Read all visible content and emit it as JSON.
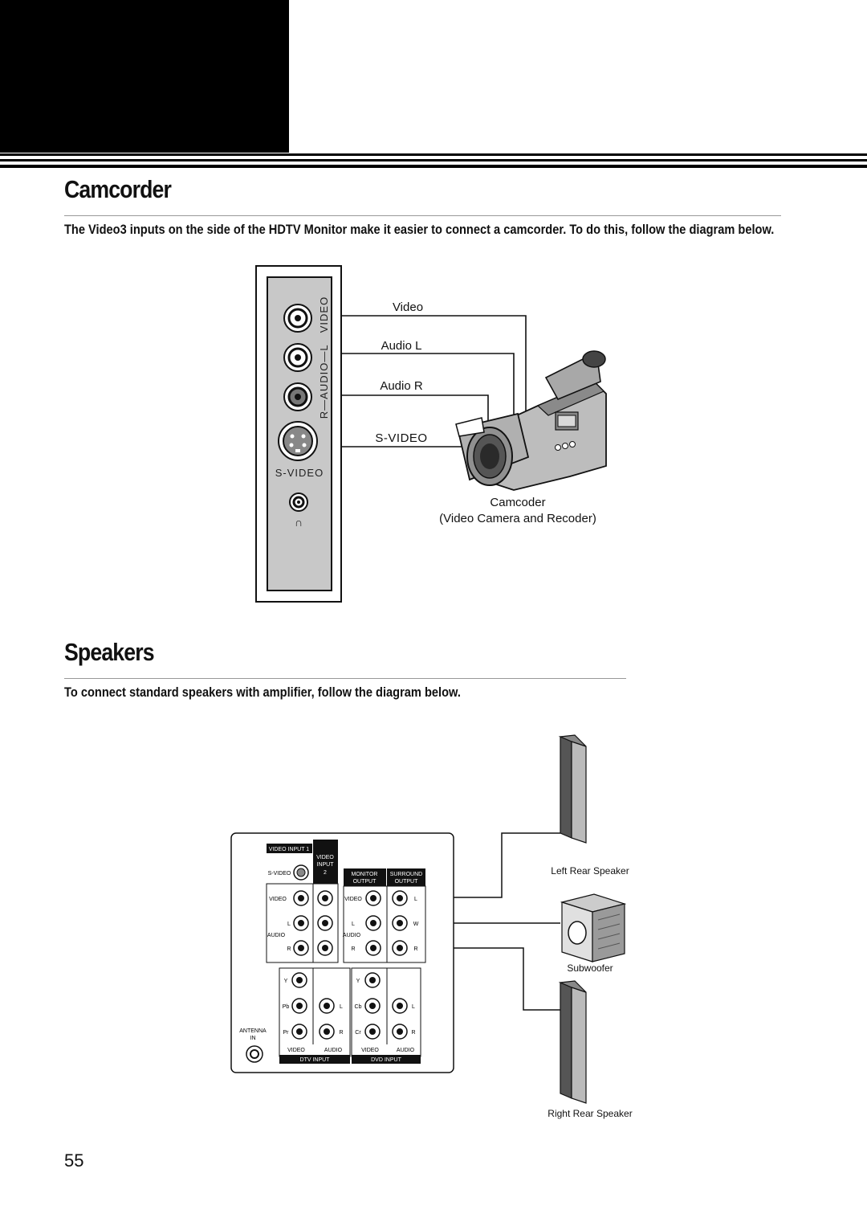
{
  "camcorder_section": {
    "title": "Camcorder",
    "intro": "The Video3 inputs on the side of the HDTV Monitor make it easier to connect a camcorder. To do this, follow the diagram below.",
    "panel": {
      "jack_label_video": "VIDEO",
      "jack_label_audio": "R—AUDIO—L",
      "svideo_label": "S-VIDEO",
      "headphone_symbol": "∩"
    },
    "connection_labels": {
      "video": "Video",
      "audio_l": "Audio L",
      "audio_r": "Audio R",
      "svideo": "S-VIDEO"
    },
    "camcorder_label": "Camcoder",
    "camcorder_sublabel": "(Video Camera and Recoder)"
  },
  "speakers_section": {
    "title": "Speakers",
    "intro": "To connect standard speakers with amplifier, follow the diagram below.",
    "panel": {
      "video_input_1": "VIDEO INPUT 1",
      "video_input_2_line1": "VIDEO",
      "video_input_2_line2": "INPUT",
      "video_input_2_line3": "2",
      "svideo": "S-VIDEO",
      "video": "VIDEO",
      "audio": "AUDIO",
      "l": "L",
      "r": "R",
      "w": "W",
      "monitor_output_line1": "MONITOR",
      "monitor_output_line2": "OUTPUT",
      "surround_output_line1": "SURROUND",
      "surround_output_line2": "OUTPUT",
      "y": "Y",
      "pb": "Pb",
      "pr": "Pr",
      "cb": "Cb",
      "cr": "Cr",
      "antenna_line1": "ANTENNA",
      "antenna_line2": "IN",
      "dtv_input": "DTV INPUT",
      "dvd_input": "DVD INPUT"
    },
    "left_rear_speaker": "Left Rear Speaker",
    "subwoofer": "Subwoofer",
    "right_rear_speaker": "Right Rear Speaker"
  },
  "page_number": "55"
}
